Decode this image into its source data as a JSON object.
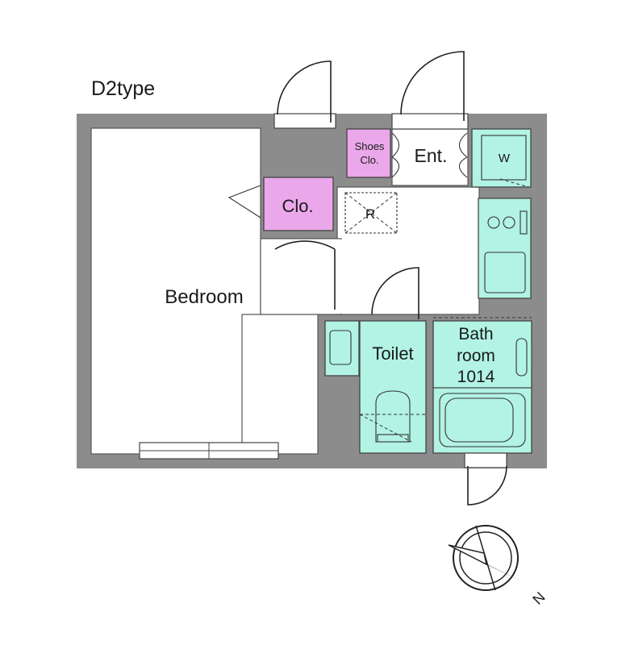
{
  "plan": {
    "type_label": "D2type",
    "rooms": {
      "bedroom": "Bedroom",
      "closet": "Clo.",
      "shoes_closet_line1": "Shoes",
      "shoes_closet_line2": "Clo.",
      "entrance": "Ent.",
      "washer": "W",
      "refrigerator": "R",
      "toilet": "Toilet",
      "bath_line1": "Bath",
      "bath_line2": "room",
      "bath_line3": "1014"
    },
    "compass": {
      "north": "N"
    },
    "colors": {
      "wall": "#8c8c8c",
      "wet_area": "#b2f3e4",
      "storage": "#eaa8ea"
    }
  }
}
